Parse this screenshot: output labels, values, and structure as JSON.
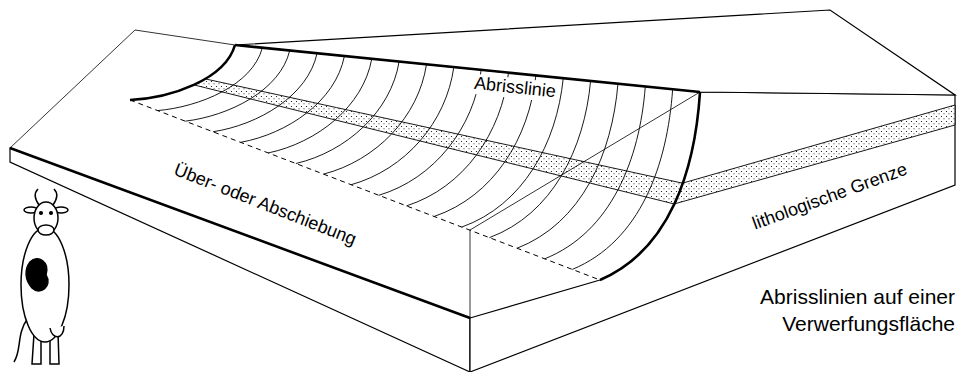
{
  "diagram": {
    "caption": "Abrisslinien auf einer Verwerfungsfläche",
    "labels": [
      "Abrisslinie",
      "Über- oder Abschiebung",
      "lithologische Grenze"
    ]
  }
}
